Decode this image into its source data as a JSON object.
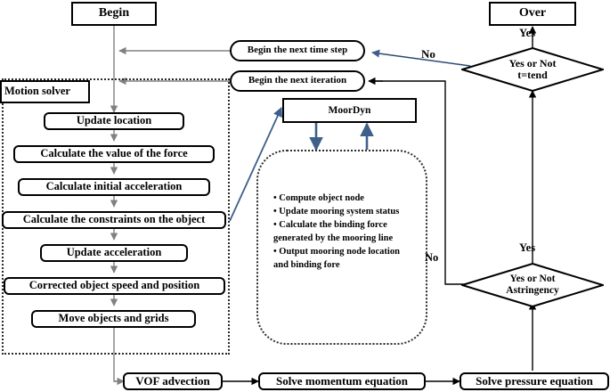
{
  "diagram": {
    "title_nodes": {
      "begin": "Begin",
      "over": "Over"
    },
    "ovals": {
      "next_time_step": "Begin the next time step",
      "next_iteration": "Begin the next iteration"
    },
    "motion_solver": {
      "container_label": "Motion solver",
      "steps": [
        "Update location",
        "Calculate the value of the force",
        "Calculate initial acceleration",
        "Calculate the constraints on the object",
        "Update acceleration",
        "Corrected object speed and position",
        "Move objects and grids"
      ]
    },
    "moordyn": {
      "box_label": "MoorDyn",
      "bullets": [
        "• Compute object node",
        "• Update mooring system status",
        "• Calculate the binding force",
        "generated by the mooring line",
        "• Output mooring node location",
        "and binding fore"
      ]
    },
    "decisions": [
      {
        "id": "t-end",
        "line1": "Yes or Not",
        "line2": "t=tend",
        "yes_label": "Yes",
        "no_label": "No"
      },
      {
        "id": "astringency",
        "line1": "Yes or Not",
        "line2": "Astringency",
        "yes_label": "Yes",
        "no_label": "No"
      }
    ],
    "bottom_row": [
      "VOF advection",
      "Solve momentum equation",
      "Solve pressure equation"
    ],
    "colors": {
      "blue_arrow": "#3d5f8a",
      "gray_arrow": "#808080",
      "black": "#000000",
      "dotted_border": "#2b2b2b"
    }
  }
}
